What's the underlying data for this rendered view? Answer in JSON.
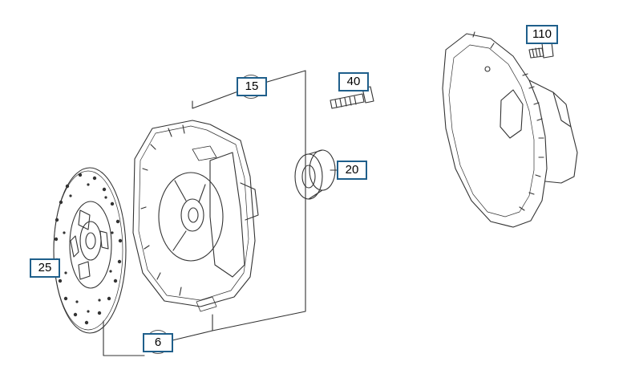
{
  "diagram": {
    "type": "exploded parts diagram",
    "colors": {
      "callout_border": "#1f5f8b",
      "line": "#333333",
      "background": "#ffffff"
    },
    "callouts": [
      {
        "id": "15",
        "label": "15",
        "circled": true
      },
      {
        "id": "40",
        "label": "40",
        "circled": false
      },
      {
        "id": "110",
        "label": "110",
        "circled": false
      },
      {
        "id": "20",
        "label": "20",
        "circled": false
      },
      {
        "id": "25",
        "label": "25",
        "circled": false
      },
      {
        "id": "6",
        "label": "6",
        "circled": true
      }
    ]
  }
}
